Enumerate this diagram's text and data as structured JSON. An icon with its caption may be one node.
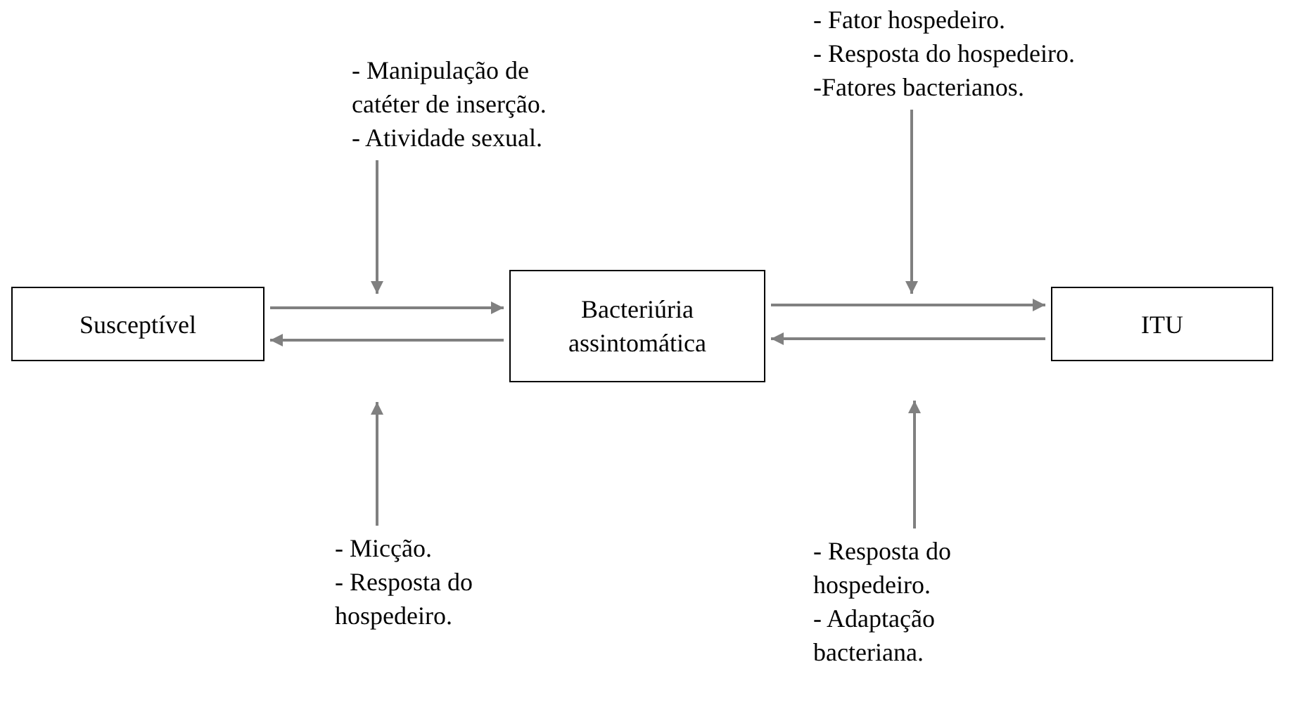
{
  "diagram": {
    "nodes": [
      {
        "text": [
          "- Manipulação de catéter de inserção.",
          "- Atividade sexual."
        ]
      },
      {
        "text": [
          "- Fator hospedeiro.",
          "- Resposta do hospedeiro.",
          "-Fatores bacterianos."
        ]
      },
      {
        "text": [
          "Susceptível"
        ]
      },
      {
        "text": [
          "Bacteriúria assintomática"
        ]
      },
      {
        "text": [
          "ITU"
        ]
      },
      {
        "text": [
          "- Micção.",
          "- Resposta do hospedeiro."
        ]
      },
      {
        "text": [
          "- Resposta do hospedeiro.",
          "- Adaptação bacteriana."
        ]
      }
    ],
    "edges": [
      {
        "from": 2,
        "to": 3,
        "arrow": "to"
      },
      {
        "from": 3,
        "to": 2,
        "arrow": "to"
      },
      {
        "from": 3,
        "to": 4,
        "arrow": "to"
      },
      {
        "from": 4,
        "to": 3,
        "arrow": "to"
      },
      {
        "from": 0,
        "to": null,
        "arrow": "to"
      },
      {
        "from": 1,
        "to": null,
        "arrow": "to"
      },
      {
        "from": 5,
        "to": null,
        "arrow": "to"
      },
      {
        "from": 6,
        "to": null,
        "arrow": "to"
      }
    ]
  }
}
